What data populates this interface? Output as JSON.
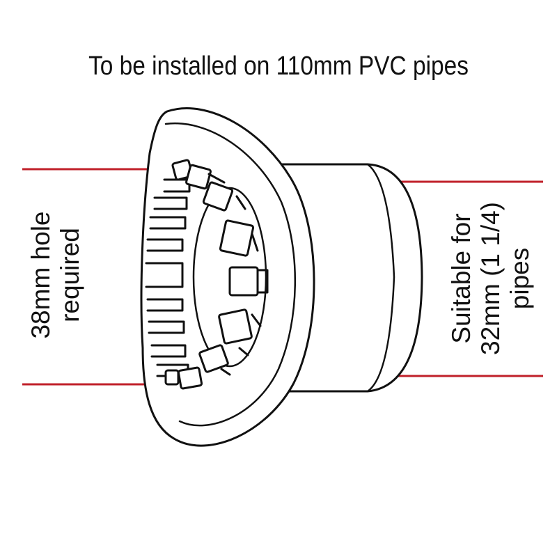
{
  "title": "To be installed on 110mm PVC pipes",
  "left_label": {
    "line1": "38mm hole",
    "line2": "required"
  },
  "right_label": {
    "line1": "Suitable for",
    "line2": "32mm (1 1/4)",
    "line3": "pipes"
  },
  "colors": {
    "dimension_line": "#c0202a",
    "outline": "#111111"
  }
}
